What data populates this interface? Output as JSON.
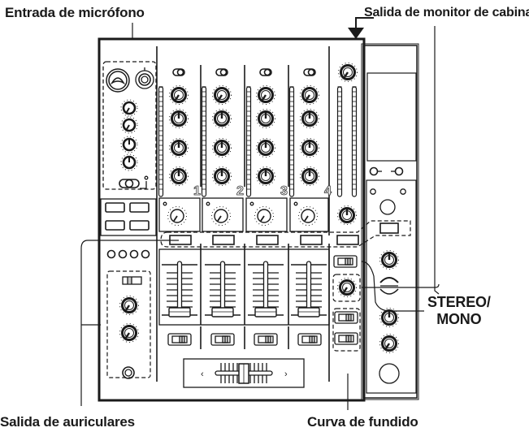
{
  "diagram": {
    "subject": "DJ mixer top panel (line drawing)",
    "callouts": {
      "mic_input": "Entrada de micrófono",
      "booth_monitor_output": "Salida de monitor de cabina",
      "stereo_mono_line1": "STEREO/",
      "stereo_mono_line2": "MONO",
      "headphones_output": "Salida de auriculares",
      "fader_curve": "Curva de fundido"
    },
    "channel_numbers": [
      "1",
      "2",
      "3",
      "4"
    ],
    "crossfader_arrows": {
      "left": "‹",
      "right": "›"
    },
    "colors": {
      "line": "#1a1a1a",
      "background": "#ffffff"
    }
  }
}
